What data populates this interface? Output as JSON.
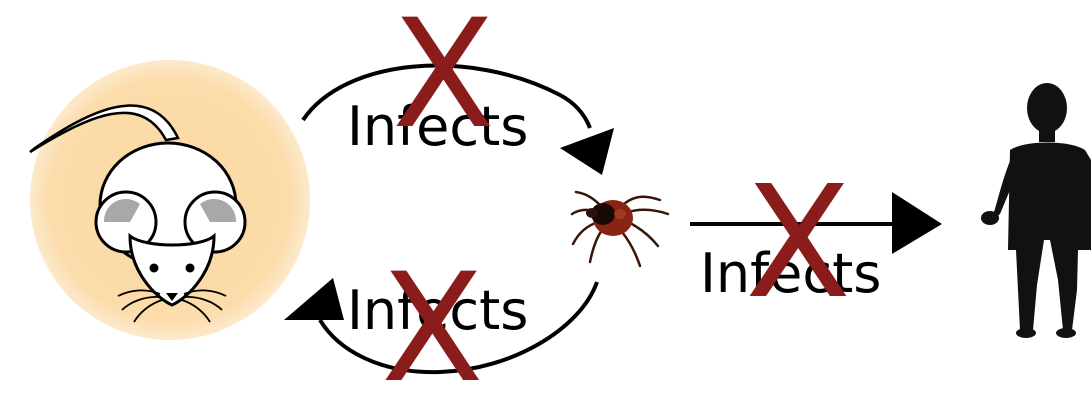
{
  "diagram": {
    "labels": {
      "top_arc": "Infects",
      "bottom_arc": "Infects",
      "right_arrow": "Infects"
    },
    "cross_mark": "X",
    "nodes": [
      "mouse-icon",
      "tick-icon",
      "human-icon"
    ],
    "colors": {
      "cross": "#8b1c1c",
      "mouse_halo": "#fbd9a3",
      "arrow": "#000000",
      "tick_body": "#8a2412",
      "human": "#111111"
    }
  }
}
